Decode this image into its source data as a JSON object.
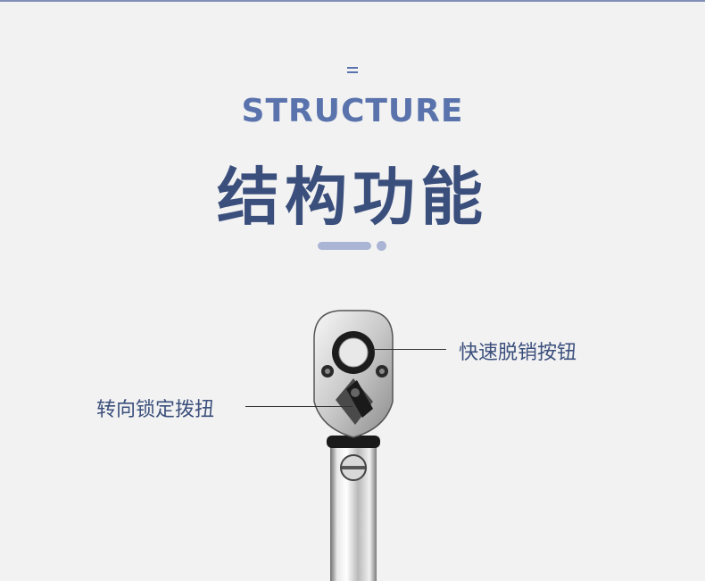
{
  "header": {
    "subtitle": "STRUCTURE",
    "title": "结构功能"
  },
  "callouts": [
    {
      "label": "快速脱销按钮"
    },
    {
      "label": "转向锁定拨扭"
    }
  ],
  "colors": {
    "background": "#f2f2f2",
    "subtitle": "#5a73ad",
    "title": "#3b4f7c",
    "accent_light": "#aab5d5"
  },
  "icons": [
    "menu-mark-icon",
    "torque-wrench-illustration"
  ]
}
